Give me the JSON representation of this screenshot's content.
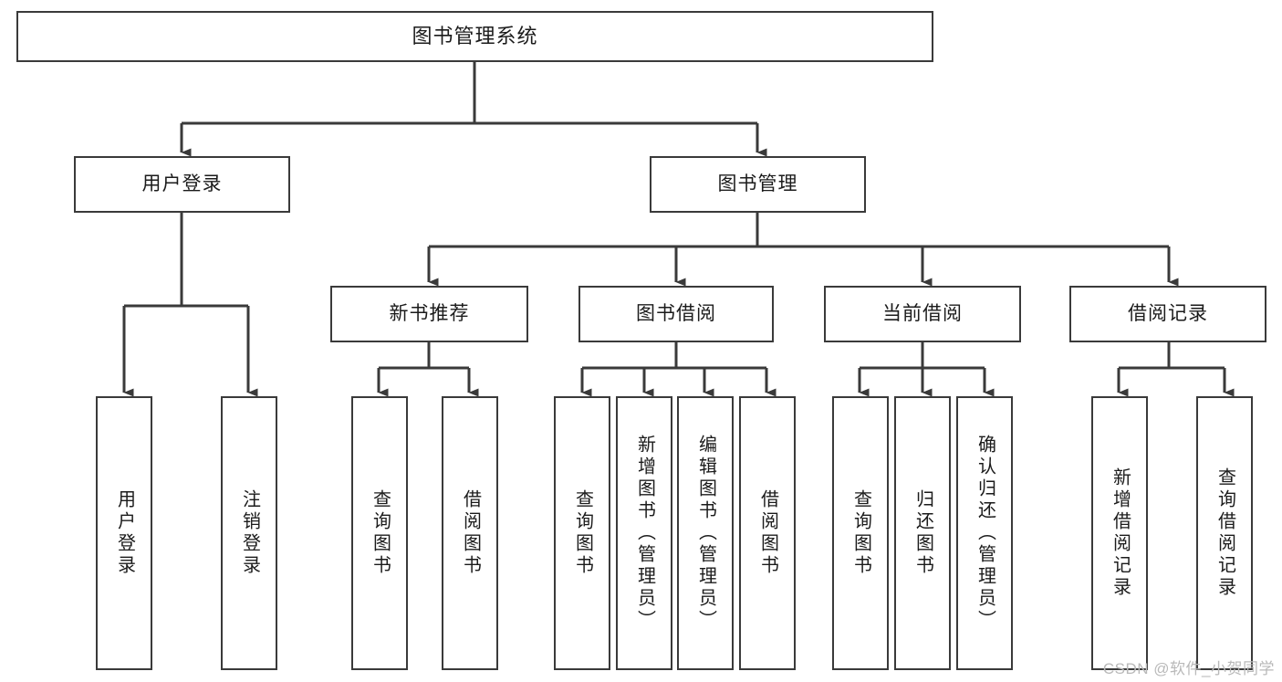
{
  "diagram": {
    "type": "tree-hierarchy",
    "title": "图书管理系统",
    "root": {
      "id": "root",
      "label": "图书管理系统"
    },
    "level1": [
      {
        "id": "user-login",
        "label": "用户登录"
      },
      {
        "id": "book-manage",
        "label": "图书管理"
      }
    ],
    "level2": [
      {
        "id": "new-book-recommend",
        "label": "新书推荐",
        "parent": "book-manage"
      },
      {
        "id": "book-borrow",
        "label": "图书借阅",
        "parent": "book-manage"
      },
      {
        "id": "current-borrow",
        "label": "当前借阅",
        "parent": "book-manage"
      },
      {
        "id": "borrow-record",
        "label": "借阅记录",
        "parent": "book-manage"
      }
    ],
    "leaves": [
      {
        "id": "leaf-user-login",
        "label": "用户登录",
        "parent": "user-login"
      },
      {
        "id": "leaf-logout",
        "label": "注销登录",
        "parent": "user-login"
      },
      {
        "id": "leaf-query-book-1",
        "label": "查询图书",
        "parent": "new-book-recommend"
      },
      {
        "id": "leaf-borrow-book-1",
        "label": "借阅图书",
        "parent": "new-book-recommend"
      },
      {
        "id": "leaf-query-book-2",
        "label": "查询图书",
        "parent": "book-borrow"
      },
      {
        "id": "leaf-add-book",
        "label": "新增图书（管理员）",
        "parent": "book-borrow"
      },
      {
        "id": "leaf-edit-book",
        "label": "编辑图书（管理员）",
        "parent": "book-borrow"
      },
      {
        "id": "leaf-borrow-book-2",
        "label": "借阅图书",
        "parent": "book-borrow"
      },
      {
        "id": "leaf-query-book-3",
        "label": "查询图书",
        "parent": "current-borrow"
      },
      {
        "id": "leaf-return-book",
        "label": "归还图书",
        "parent": "current-borrow"
      },
      {
        "id": "leaf-confirm-return",
        "label": "确认归还（管理员）",
        "parent": "current-borrow"
      },
      {
        "id": "leaf-add-record",
        "label": "新增借阅记录",
        "parent": "borrow-record"
      },
      {
        "id": "leaf-query-record",
        "label": "查询借阅记录",
        "parent": "borrow-record"
      }
    ],
    "colors": {
      "stroke": "#3a3a3a",
      "text": "#1b1b1b",
      "background": "#ffffff",
      "watermark": "#b9b9b9"
    }
  },
  "watermark": {
    "text": "CSDN @软件_小贺同学"
  }
}
